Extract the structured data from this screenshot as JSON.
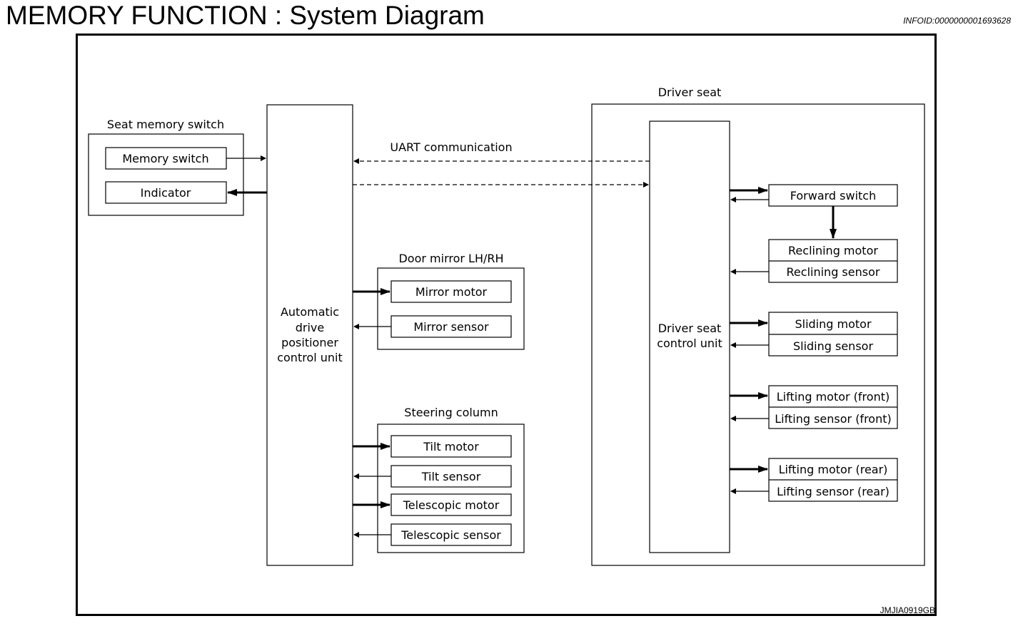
{
  "title": "MEMORY FUNCTION : System Diagram",
  "infoid": "INFOID:0000000001693628",
  "figure_ref": "JMJIA0919GB",
  "groups": {
    "seat_memory_switch": "Seat memory switch",
    "door_mirror": "Door mirror LH/RH",
    "steering_column": "Steering column",
    "driver_seat": "Driver seat"
  },
  "units": {
    "adp_control_unit": [
      "Automatic",
      "drive",
      "positioner",
      "control unit"
    ],
    "driver_seat_control_unit": [
      "Driver seat",
      "control unit"
    ]
  },
  "communication": "UART communication",
  "components": {
    "memory_switch": "Memory switch",
    "indicator": "Indicator",
    "mirror_motor": "Mirror motor",
    "mirror_sensor": "Mirror sensor",
    "tilt_motor": "Tilt motor",
    "tilt_sensor": "Tilt sensor",
    "telescopic_motor": "Telescopic motor",
    "telescopic_sensor": "Telescopic sensor",
    "forward_switch": "Forward switch",
    "reclining_motor": "Reclining motor",
    "reclining_sensor": "Reclining sensor",
    "sliding_motor": "Sliding motor",
    "sliding_sensor": "Sliding sensor",
    "lifting_motor_front": "Lifting motor (front)",
    "lifting_sensor_front": "Lifting sensor (front)",
    "lifting_motor_rear": "Lifting motor (rear)",
    "lifting_sensor_rear": "Lifting sensor (rear)"
  }
}
